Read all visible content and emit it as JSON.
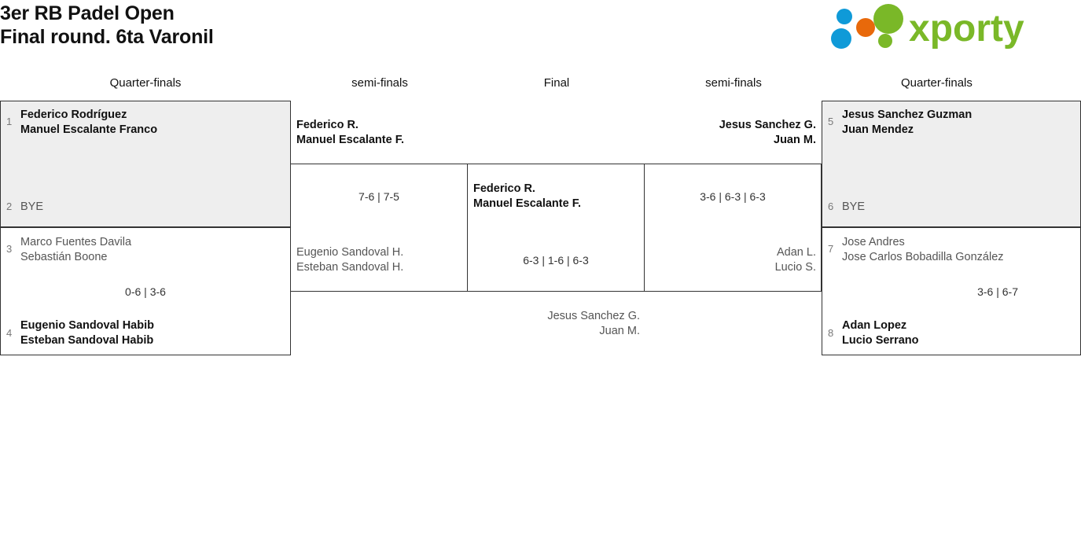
{
  "header": {
    "title_line1": "3er RB Padel Open",
    "title_line2": "Final round. 6ta Varonil",
    "logo_text": "xporty",
    "logo_colors": {
      "green": "#7ab828",
      "orange": "#e8690b",
      "blue": "#0f9ad8"
    }
  },
  "rounds": [
    {
      "label": "Quarter-finals"
    },
    {
      "label": "semi-finals"
    },
    {
      "label": "Final"
    },
    {
      "label": "semi-finals"
    },
    {
      "label": "Quarter-finals"
    }
  ],
  "bracket": {
    "left_quarterfinals": [
      {
        "highlighted": true,
        "score": "",
        "top": {
          "seed": "1",
          "line1": "Federico Rodríguez",
          "line2": "Manuel Escalante Franco",
          "result": "winner"
        },
        "bottom": {
          "seed": "2",
          "line1": "BYE",
          "line2": "",
          "result": "loser"
        }
      },
      {
        "highlighted": false,
        "score": "0-6 | 3-6",
        "top": {
          "seed": "3",
          "line1": "Marco Fuentes Davila",
          "line2": "Sebastián Boone",
          "result": "loser"
        },
        "bottom": {
          "seed": "4",
          "line1": "Eugenio Sandoval Habib",
          "line2": "Esteban Sandoval Habib",
          "result": "winner"
        }
      }
    ],
    "left_semifinal": {
      "score": "7-6 | 7-5",
      "winner": {
        "line1": "Federico R.",
        "line2": "Manuel Escalante F."
      },
      "loser": {
        "line1": "Eugenio Sandoval H.",
        "line2": "Esteban Sandoval H."
      }
    },
    "final": {
      "score": "6-3 | 1-6 | 6-3",
      "winner": {
        "line1": "Federico R.",
        "line2": "Manuel Escalante F."
      },
      "loser": {
        "line1": "Jesus Sanchez G.",
        "line2": "Juan M."
      }
    },
    "right_semifinal": {
      "score": "3-6 | 6-3 | 6-3",
      "winner": {
        "line1": "Jesus Sanchez G.",
        "line2": "Juan M."
      },
      "loser": {
        "line1": "Adan L.",
        "line2": "Lucio S."
      }
    },
    "right_quarterfinals": [
      {
        "highlighted": true,
        "score": "",
        "top": {
          "seed": "5",
          "line1": "Jesus Sanchez Guzman",
          "line2": "Juan Mendez",
          "result": "winner"
        },
        "bottom": {
          "seed": "6",
          "line1": "BYE",
          "line2": "",
          "result": "loser"
        }
      },
      {
        "highlighted": false,
        "score": "3-6 | 6-7",
        "top": {
          "seed": "7",
          "line1": "Jose Andres",
          "line2": "Jose Carlos Bobadilla González",
          "result": "loser"
        },
        "bottom": {
          "seed": "8",
          "line1": "Adan Lopez",
          "line2": "Lucio Serrano",
          "result": "winner"
        }
      }
    ]
  }
}
